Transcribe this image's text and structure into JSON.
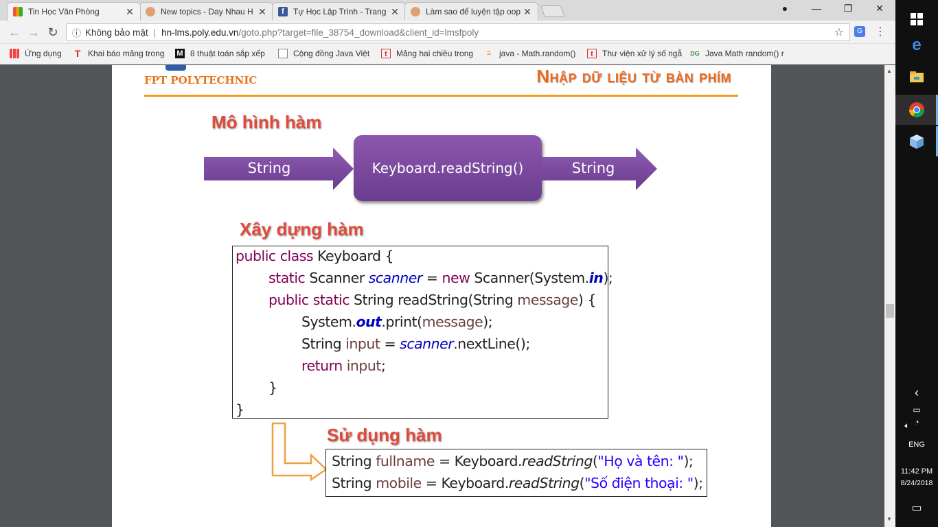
{
  "browser": {
    "tabs": [
      {
        "title": "Tin Học Văn Phòng",
        "active": true
      },
      {
        "title": "New topics - Day Nhau H"
      },
      {
        "title": "Tự Học Lập Trình - Trang"
      },
      {
        "title": "Làm sao để luyện tập oop"
      }
    ],
    "address": {
      "security": "Không bảo mật",
      "host": "hn-lms.poly.edu.vn",
      "path": "/goto.php?target=file_38754_download&client_id=lmsfpoly"
    },
    "bookmarks": [
      {
        "label": "Ứng dụng",
        "icon": "apps-grid-icon"
      },
      {
        "label": "Khai báo mảng trong",
        "icon": "t-red-icon"
      },
      {
        "label": "8 thuật toán sắp xếp",
        "icon": "medium-m-icon"
      },
      {
        "label": "Cộng đồng Java Việt",
        "icon": "page-icon"
      },
      {
        "label": "Mảng hai chiều trong",
        "icon": "t-box-icon"
      },
      {
        "label": "java - Math.random()",
        "icon": "stackoverflow-icon"
      },
      {
        "label": "Thư viện xử lý số ngẫ",
        "icon": "t-box-icon"
      },
      {
        "label": "Java Math random() r",
        "icon": "dg-icon"
      }
    ]
  },
  "slide": {
    "brand": "FPT POLYTECHNIC",
    "title": "Nhập dữ liệu từ bàn phím",
    "heading_model": "Mô hình hàm",
    "input_label": "String",
    "function_label": "Keyboard.readString()",
    "output_label": "String",
    "heading_build": "Xây dựng hàm",
    "heading_use": "Sử dụng hàm",
    "code": {
      "l1_kw": "public class",
      "l1_rest": " Keyboard {",
      "l2_kw": "static",
      "l2_a": " Scanner ",
      "l2_field": "scanner",
      "l2_b": " = ",
      "l2_new": "new",
      "l2_c": " Scanner(System.",
      "l2_in": "in",
      "l2_d": ");",
      "l3_kw": "public static",
      "l3_a": " String readString(String ",
      "l3_param": "message",
      "l3_b": ") {",
      "l4_a": "System.",
      "l4_out": "out",
      "l4_b": ".print(",
      "l4_param": "message",
      "l4_c": ");",
      "l5_a": "String ",
      "l5_var": "input",
      "l5_b": " = ",
      "l5_field": "scanner",
      "l5_c": ".nextLine();",
      "l6_kw": "return",
      "l6_var": " input",
      "l6_b": ";",
      "l7": "}",
      "l8": "}"
    },
    "usage": {
      "u1_a": "String ",
      "u1_var": "fullname",
      "u1_b": " = Keyboard.",
      "u1_m": "readString",
      "u1_c": "(",
      "u1_s": "\"Họ và tên: \"",
      "u1_d": ");",
      "u2_a": "String ",
      "u2_var": "mobile",
      "u2_b": " = Keyboard.",
      "u2_m": "readString",
      "u2_c": "(",
      "u2_s": "\"Số điện thoại: \"",
      "u2_d": ");"
    }
  },
  "taskbar": {
    "language": "ENG",
    "time": "11:42 PM",
    "date": "8/24/2018"
  },
  "colors": {
    "accent_orange": "#f49a1c",
    "purple": "#7a48a0",
    "heading_red": "#e04a3a"
  }
}
